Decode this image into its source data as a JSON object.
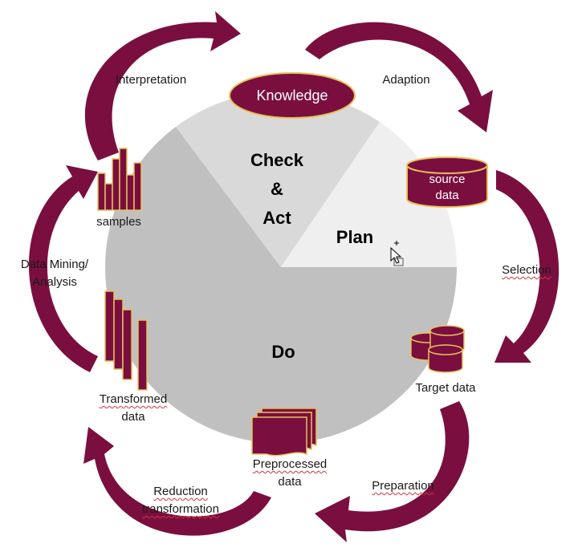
{
  "phases": {
    "check_act_lines": [
      "Check",
      "&",
      "Act"
    ],
    "plan": "Plan",
    "do": "Do"
  },
  "nodes": {
    "knowledge": "Knowledge",
    "source_data_lines": [
      "source",
      "data"
    ],
    "target_data": "Target data",
    "preprocessed_lines": [
      "Preprocessed",
      "data"
    ],
    "transformed_lines": [
      "Transformed",
      "data"
    ],
    "samples": "samples"
  },
  "steps": {
    "interpretation": "Interpretation",
    "adaption": "Adaption",
    "selection": "Selection",
    "preparation": "Preparation",
    "reduction_lines": [
      "Reduction",
      "transformation"
    ],
    "mining_lines": [
      "Data Mining/",
      "Analysis"
    ]
  },
  "colors": {
    "accent": "#7a0f3f",
    "accent_outline": "#e8c15a",
    "pie_plan": "#efefef",
    "pie_check": "#d9d9d9",
    "pie_do": "#c0c0c0"
  },
  "icons": [
    "cursor-icon"
  ]
}
